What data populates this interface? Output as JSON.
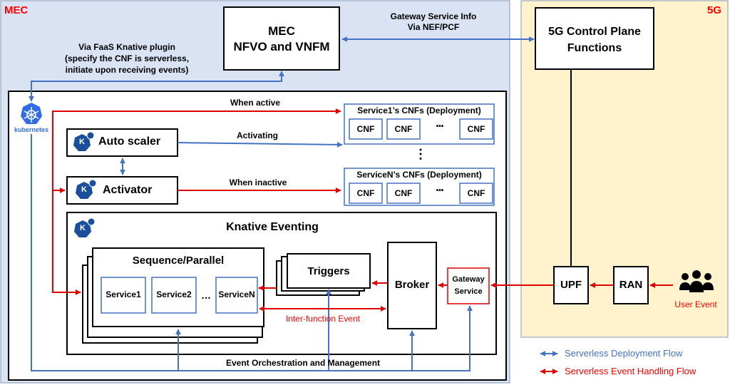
{
  "regions": {
    "mec_label": "MEC",
    "fiveg_label": "5G"
  },
  "boxes": {
    "nfvo_line1": "MEC",
    "nfvo_line2": "NFVO and VNFM",
    "control_plane_line1": "5G Control Plane",
    "control_plane_line2": "Functions",
    "auto_scaler": "Auto scaler",
    "activator": "Activator",
    "knative_eventing": "Knative Eventing",
    "sequence_parallel": "Sequence/Parallel",
    "triggers": "Triggers",
    "broker": "Broker",
    "gateway_line1": "Gateway",
    "gateway_line2": "Service",
    "upf": "UPF",
    "ran": "RAN",
    "kubernetes": "kubernetes"
  },
  "services": [
    "Service1",
    "Service2",
    "…",
    "ServiceN"
  ],
  "deployments": [
    {
      "title": "Service1’s CNFs (Deployment)",
      "cnfs": [
        "CNF",
        "CNF",
        "•••",
        "CNF"
      ]
    },
    {
      "title": "ServiceN’s CNFs (Deployment)",
      "cnfs": [
        "CNF",
        "CNF",
        "•••",
        "CNF"
      ]
    }
  ],
  "vertical_ellipsis": "⋮",
  "arrow_labels": {
    "gateway_info_line1": "Gateway Service Info",
    "gateway_info_line2": "Via NEF/PCF",
    "faas_line1": "Via FaaS Knative plugin",
    "faas_line2": "(specify the CNF is serverless,",
    "faas_line3": "initiate upon receiving events)",
    "when_active": "When active",
    "activating": "Activating",
    "when_inactive": "When inactive",
    "inter_function": "Inter-function Event",
    "orchestration": "Event Orchestration and Management",
    "user_event": "User Event"
  },
  "legend": {
    "deployment_flow": "Serverless Deployment Flow",
    "event_flow": "Serverless Event Handling Flow"
  },
  "colors": {
    "mec_bg": "#dae3f3",
    "fiveg_bg": "#fff2cc",
    "blue_flow": "#4472c4",
    "red_flow": "#e00000",
    "label_red": "#ff0000",
    "knative_badge": "#1b4f9c",
    "k8s_logo": "#326ce5"
  },
  "icons": {
    "kubernetes": "kubernetes-logo-icon",
    "knative": "knative-k-icon",
    "users": "users-group-icon"
  }
}
